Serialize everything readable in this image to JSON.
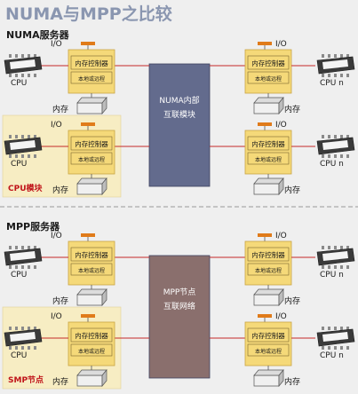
{
  "title": "NUMA与MPP之比较",
  "colors": {
    "background": "#efefef",
    "title": "#8a96b0",
    "heading": "#1a1a1a",
    "red_label": "#c0141a",
    "node_box": "#f5d979",
    "node_highlight": "#f7edc3",
    "numa_hub": "#636b8d",
    "mpp_hub": "#8a6f6d",
    "io_bar": "#e07b1a",
    "wire": "#c42a2a"
  },
  "sections": [
    {
      "heading": "NUMA服务器",
      "hub_lines": [
        "NUMA内部",
        "互联模块"
      ],
      "highlight_label": "CPU模块",
      "io_label": "I/O",
      "controller_label": "内存控制器",
      "local_label": "本地或远程",
      "memory_label": "内存",
      "cpu_left_label": "CPU",
      "cpu_right_label": "CPU n"
    },
    {
      "heading": "MPP服务器",
      "hub_lines": [
        "MPP节点",
        "互联网络"
      ],
      "highlight_label": "SMP节点",
      "io_label": "I/O",
      "controller_label": "内存控制器",
      "local_label": "本地或远程",
      "memory_label": "内存",
      "cpu_left_label": "CPU",
      "cpu_right_label": "CPU n"
    }
  ]
}
